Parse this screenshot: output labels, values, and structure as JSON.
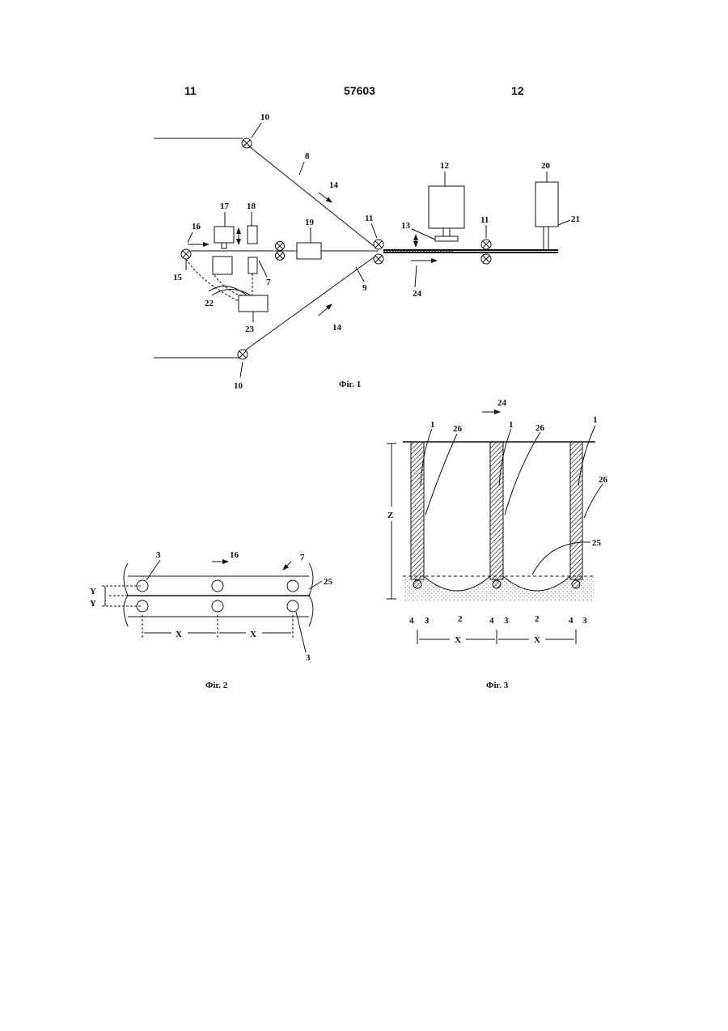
{
  "header": {
    "left_col": "11",
    "patent_number": "57603",
    "right_col": "12"
  },
  "fig1": {
    "caption": "Фіг. 1",
    "labels": {
      "l10a": "10",
      "l10b": "10",
      "l8": "8",
      "l14a": "14",
      "l14b": "14",
      "l11a": "11",
      "l11b": "11",
      "l12": "12",
      "l20": "20",
      "l13": "13",
      "l21": "21",
      "l16": "16",
      "l17": "17",
      "l18": "18",
      "l19": "19",
      "l15": "15",
      "l7": "7",
      "l9": "9",
      "l24": "24",
      "l22": "22",
      "l23": "23"
    }
  },
  "fig2": {
    "caption": "Фіг. 2",
    "labels": {
      "l3a": "3",
      "l16": "16",
      "l7": "7",
      "l25": "25",
      "ly1": "Y",
      "ly2": "Y",
      "lx1": "X",
      "lx2": "X",
      "l3b": "3"
    }
  },
  "fig3": {
    "caption": "Фіг. 3",
    "labels": {
      "l24": "24",
      "l1a": "1",
      "l26a": "26",
      "l1b": "1",
      "l26b": "26",
      "l1c": "1",
      "l26c": "26",
      "lz": "Z",
      "l25": "25",
      "l4a": "4",
      "l3a": "3",
      "l2a": "2",
      "l4b": "4",
      "l3b": "3",
      "l2b": "2",
      "l4c": "4",
      "l3c": "3",
      "lx1": "X",
      "lx2": "X"
    }
  }
}
